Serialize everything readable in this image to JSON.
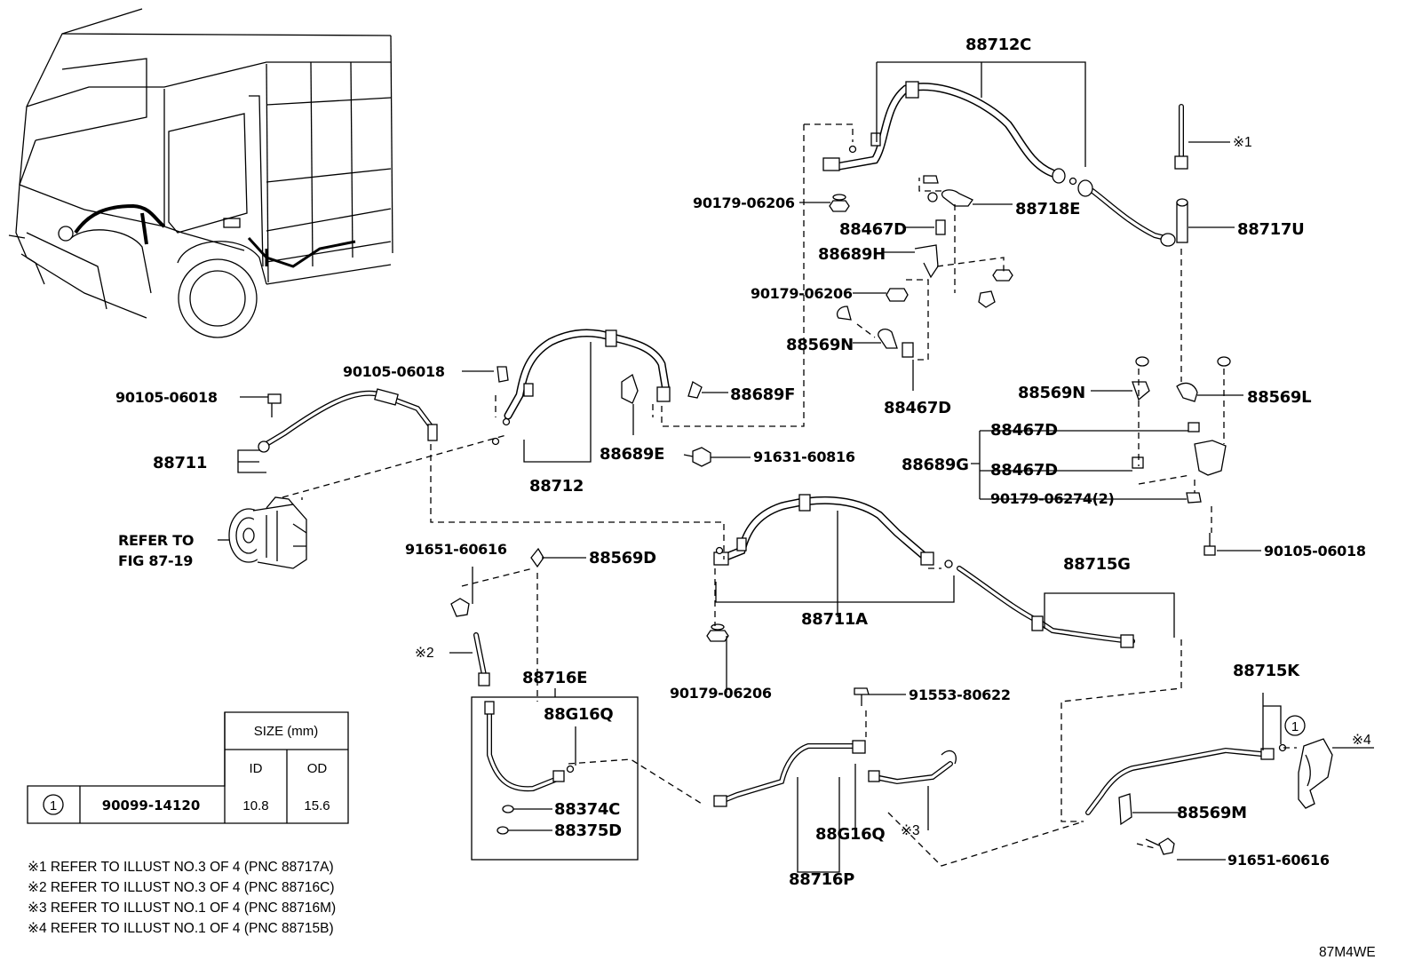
{
  "labels": {
    "p88712C": "88712C",
    "p90179_06206_a": "90179-06206",
    "p88718E": "88718E",
    "p88467D_a": "88467D",
    "p88689H": "88689H",
    "p90179_06206_b": "90179-06206",
    "p88569N_a": "88569N",
    "p88467D_b": "88467D",
    "p88717U": "88717U",
    "ref1": "※1",
    "p90105_06018_a": "90105-06018",
    "p90105_06018_b": "90105-06018",
    "p88689F": "88689F",
    "p88711": "88711",
    "p88712": "88712",
    "p88689E": "88689E",
    "p91631_60816": "91631-60816",
    "refer_to_1": "REFER TO",
    "refer_to_2": "FIG 87-19",
    "p88569N_b": "88569N",
    "p88569L": "88569L",
    "p88467D_c": "88467D",
    "p88689G": "88689G",
    "p88467D_d": "88467D",
    "p90179_06274": "90179-06274(2)",
    "p90105_06018_c": "90105-06018",
    "p91651_60616_a": "91651-60616",
    "p88569D": "88569D",
    "ref2": "※2",
    "p88716E": "88716E",
    "p88G16Q_a": "88G16Q",
    "p88374C": "88374C",
    "p88375D": "88375D",
    "p88711A": "88711A",
    "p88715G": "88715G",
    "p90179_06206_c": "90179-06206",
    "p91553_80622": "91553-80622",
    "p88G16Q_b": "88G16Q",
    "ref3": "※3",
    "p88716P": "88716P",
    "p88715K": "88715K",
    "circ1": "1",
    "ref4": "※4",
    "p88569M": "88569M",
    "p91651_60616_b": "91651-60616"
  },
  "size_table": {
    "header": "SIZE (mm)",
    "col_id": "ID",
    "col_od": "OD",
    "row_mark": "1",
    "row_part": "90099-14120",
    "row_id": "10.8",
    "row_od": "15.6"
  },
  "notes": [
    "※1 REFER TO ILLUST NO.3 OF 4 (PNC 88717A)",
    "※2 REFER TO ILLUST NO.3 OF 4 (PNC 88716C)",
    "※3 REFER TO ILLUST NO.1 OF 4 (PNC 88716M)",
    "※4 REFER TO ILLUST NO.1 OF 4 (PNC 88715B)"
  ],
  "figure_code": "87M4WE"
}
